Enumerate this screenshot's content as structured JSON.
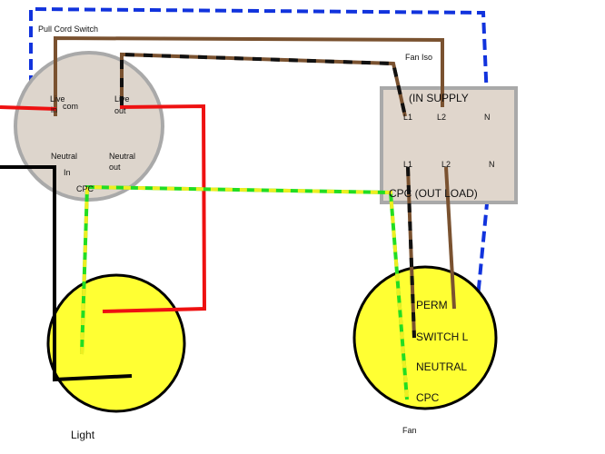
{
  "labels": {
    "pull_cord_switch": "Pull Cord Switch",
    "fan_iso": "Fan Iso",
    "switch_live_in": "Live\nin",
    "switch_com": "com",
    "switch_live_out": "Live\nout",
    "switch_neutral_in": "Neutral\nIn",
    "switch_neutral_out": "Neutral\nout",
    "switch_cpc": "CPC",
    "iso_in_supply": "(IN SUPPLY",
    "iso_l1_top": "L1",
    "iso_l2_top": "L2",
    "iso_n_top": "N",
    "iso_l1_bottom": "L1",
    "iso_l2_bottom": "L2",
    "iso_n_bottom": "N",
    "iso_cpc_out_load": "CPC (OUT LOAD)",
    "fan_perm": "PERM",
    "fan_switch_l": "SWITCH L",
    "fan_neutral": "NEUTRAL",
    "fan_cpc": "CPC",
    "light": "Light",
    "fan": "Fan"
  },
  "colors": {
    "live_red": "#ee1111",
    "neutral_black": "#000000",
    "brown": "#7a5230",
    "earth_green": "#22dd22",
    "earth_yellow": "#eeee22",
    "supply_blue": "#1133dd",
    "switch_body": "#ddd5cc",
    "switch_border": "#a9a9a9",
    "iso_body": "#e0d6cc",
    "lamp_yellow": "#ffff33"
  }
}
